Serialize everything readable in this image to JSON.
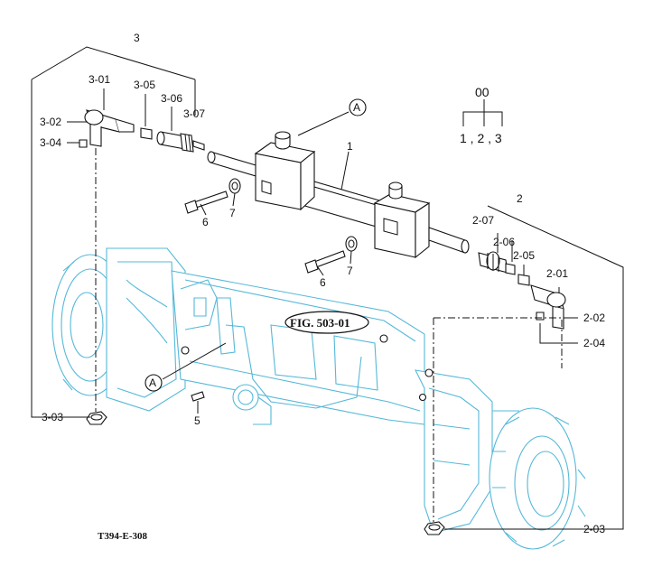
{
  "diagram": {
    "code_header": "00",
    "code_list": "1 , 2 , 3",
    "figure_reference": "FIG. 503-01",
    "document_code": "T394-E-308",
    "callouts": {
      "p3": "3",
      "p3_01": "3-01",
      "p3_02": "3-02",
      "p3_03": "3-03",
      "p3_04": "3-04",
      "p3_05": "3-05",
      "p3_06": "3-06",
      "p3_07": "3-07",
      "p1": "1",
      "p2": "2",
      "p2_01": "2-01",
      "p2_02": "2-02",
      "p2_03": "2-03",
      "p2_04": "2-04",
      "p2_05": "2-05",
      "p2_06": "2-06",
      "p2_07": "2-07",
      "p5": "5",
      "p6a": "6",
      "p6b": "6",
      "p7a": "7",
      "p7b": "7",
      "marker_a1": "A",
      "marker_a2": "A"
    }
  },
  "colors": {
    "line": "#111111",
    "axle_outline": "#55b8d8"
  }
}
